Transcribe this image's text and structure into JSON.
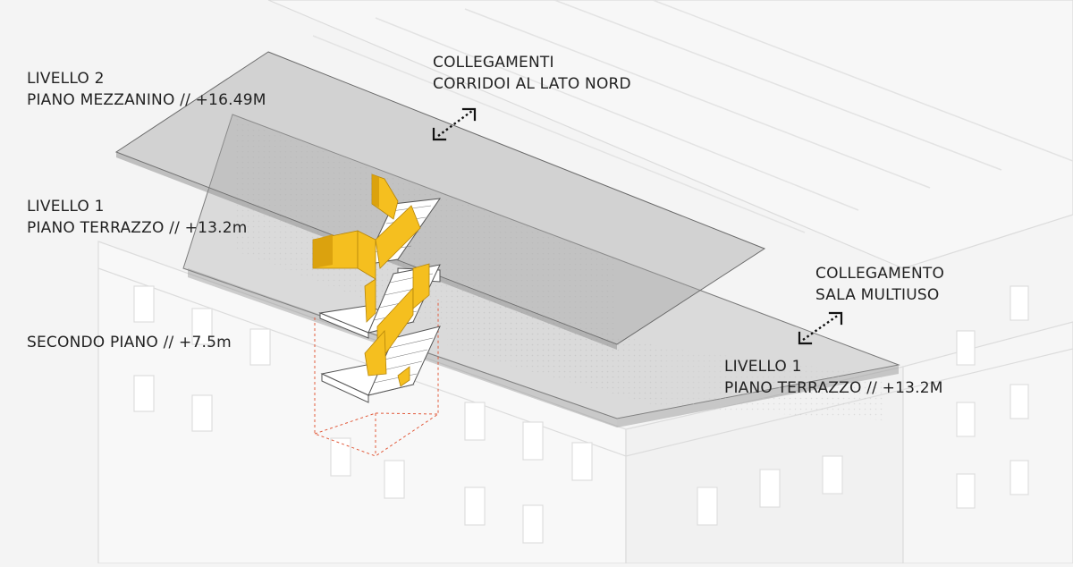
{
  "colors": {
    "background": "#f4f4f4",
    "building_line": "#d9d9d9",
    "building_face": "#ffffff",
    "slab_fill": "#8f8f8f",
    "slab_stroke": "#6a6a6a",
    "stair_yellow": "#f5bf1f",
    "stair_yellow_dark": "#d89e0c",
    "guide_red": "#e25b3c",
    "text": "#222222"
  },
  "icons": {
    "connection": "double-arrow-dotted-icon"
  },
  "labels": {
    "livello2": {
      "line1": "LIVELLO 2",
      "line2": "PIANO MEZZANINO // +16.49M"
    },
    "livello1_left": {
      "line1": "LIVELLO 1",
      "line2": "PIANO TERRAZZO // +13.2m"
    },
    "secondo_piano": {
      "line1": "SECONDO PIANO // +7.5m"
    },
    "collegamenti": {
      "line1": "COLLEGAMENTI",
      "line2": "CORRIDOI AL LATO NORD"
    },
    "collegamento": {
      "line1": "COLLEGAMENTO",
      "line2": "SALA MULTIUSO"
    },
    "livello1_right": {
      "line1": "LIVELLO 1",
      "line2": "PIANO TERRAZZO // +13.2M"
    }
  }
}
